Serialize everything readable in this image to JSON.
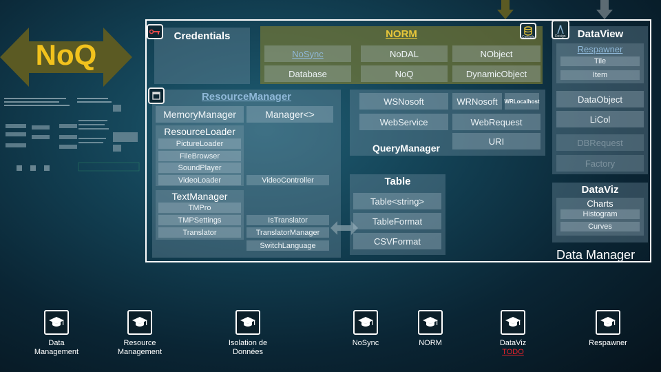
{
  "logo": {
    "text": "NoQ"
  },
  "colors": {
    "norm_gold": "#e7c63a",
    "link_blue": "#8fb8d8",
    "todo_red": "#e8222a"
  },
  "credentials": {
    "title": "Credentials"
  },
  "norm": {
    "title": "NORM",
    "items": [
      "NoSync",
      "NoDAL",
      "NObject",
      "Database",
      "NoQ",
      "DynamicObject"
    ],
    "console_label": "Console"
  },
  "resource_manager": {
    "title": "ResourceManager",
    "memory_manager": "MemoryManager",
    "manager_generic": "Manager<>",
    "resource_loader": {
      "title": "ResourceLoader",
      "items": [
        "PictureLoader",
        "FileBrowser",
        "SoundPlayer",
        "VideoLoader"
      ]
    },
    "video_controller": "VideoController",
    "text_manager": {
      "title": "TextManager",
      "items": [
        "TMPro",
        "TMPSettings",
        "Translator"
      ]
    },
    "translation": [
      "IsTranslator",
      "TranslatorManager",
      "SwitchLanguage"
    ]
  },
  "query_manager": {
    "title": "QueryManager",
    "items": [
      "WSNosoft",
      "WRNosoft",
      "WRLocalhost",
      "WebService",
      "WebRequest",
      "URI"
    ]
  },
  "table": {
    "title": "Table",
    "items": [
      "Table<string>",
      "TableFormat",
      "CSVFormat"
    ]
  },
  "dataview": {
    "title": "DataView",
    "design_label": "Design",
    "respawner": {
      "title": "Respawner",
      "items": [
        "Tile",
        "Item"
      ]
    },
    "items": [
      "DataObject",
      "LiCol"
    ],
    "dim_items": [
      "DBRequest",
      "Factory"
    ]
  },
  "dataviz": {
    "title": "DataViz",
    "charts": {
      "title": "Charts",
      "items": [
        "Histogram",
        "Curves"
      ]
    }
  },
  "data_manager_label": "Data Manager",
  "courses": [
    {
      "label": "Data\nManagement",
      "todo": ""
    },
    {
      "label": "Resource\nManagement",
      "todo": ""
    },
    {
      "label": "Isolation de\nDonnées",
      "todo": ""
    },
    {
      "label": "NoSync",
      "todo": ""
    },
    {
      "label": "NORM",
      "todo": ""
    },
    {
      "label": "DataViz",
      "todo": "TODO"
    },
    {
      "label": "Respawner",
      "todo": ""
    }
  ]
}
